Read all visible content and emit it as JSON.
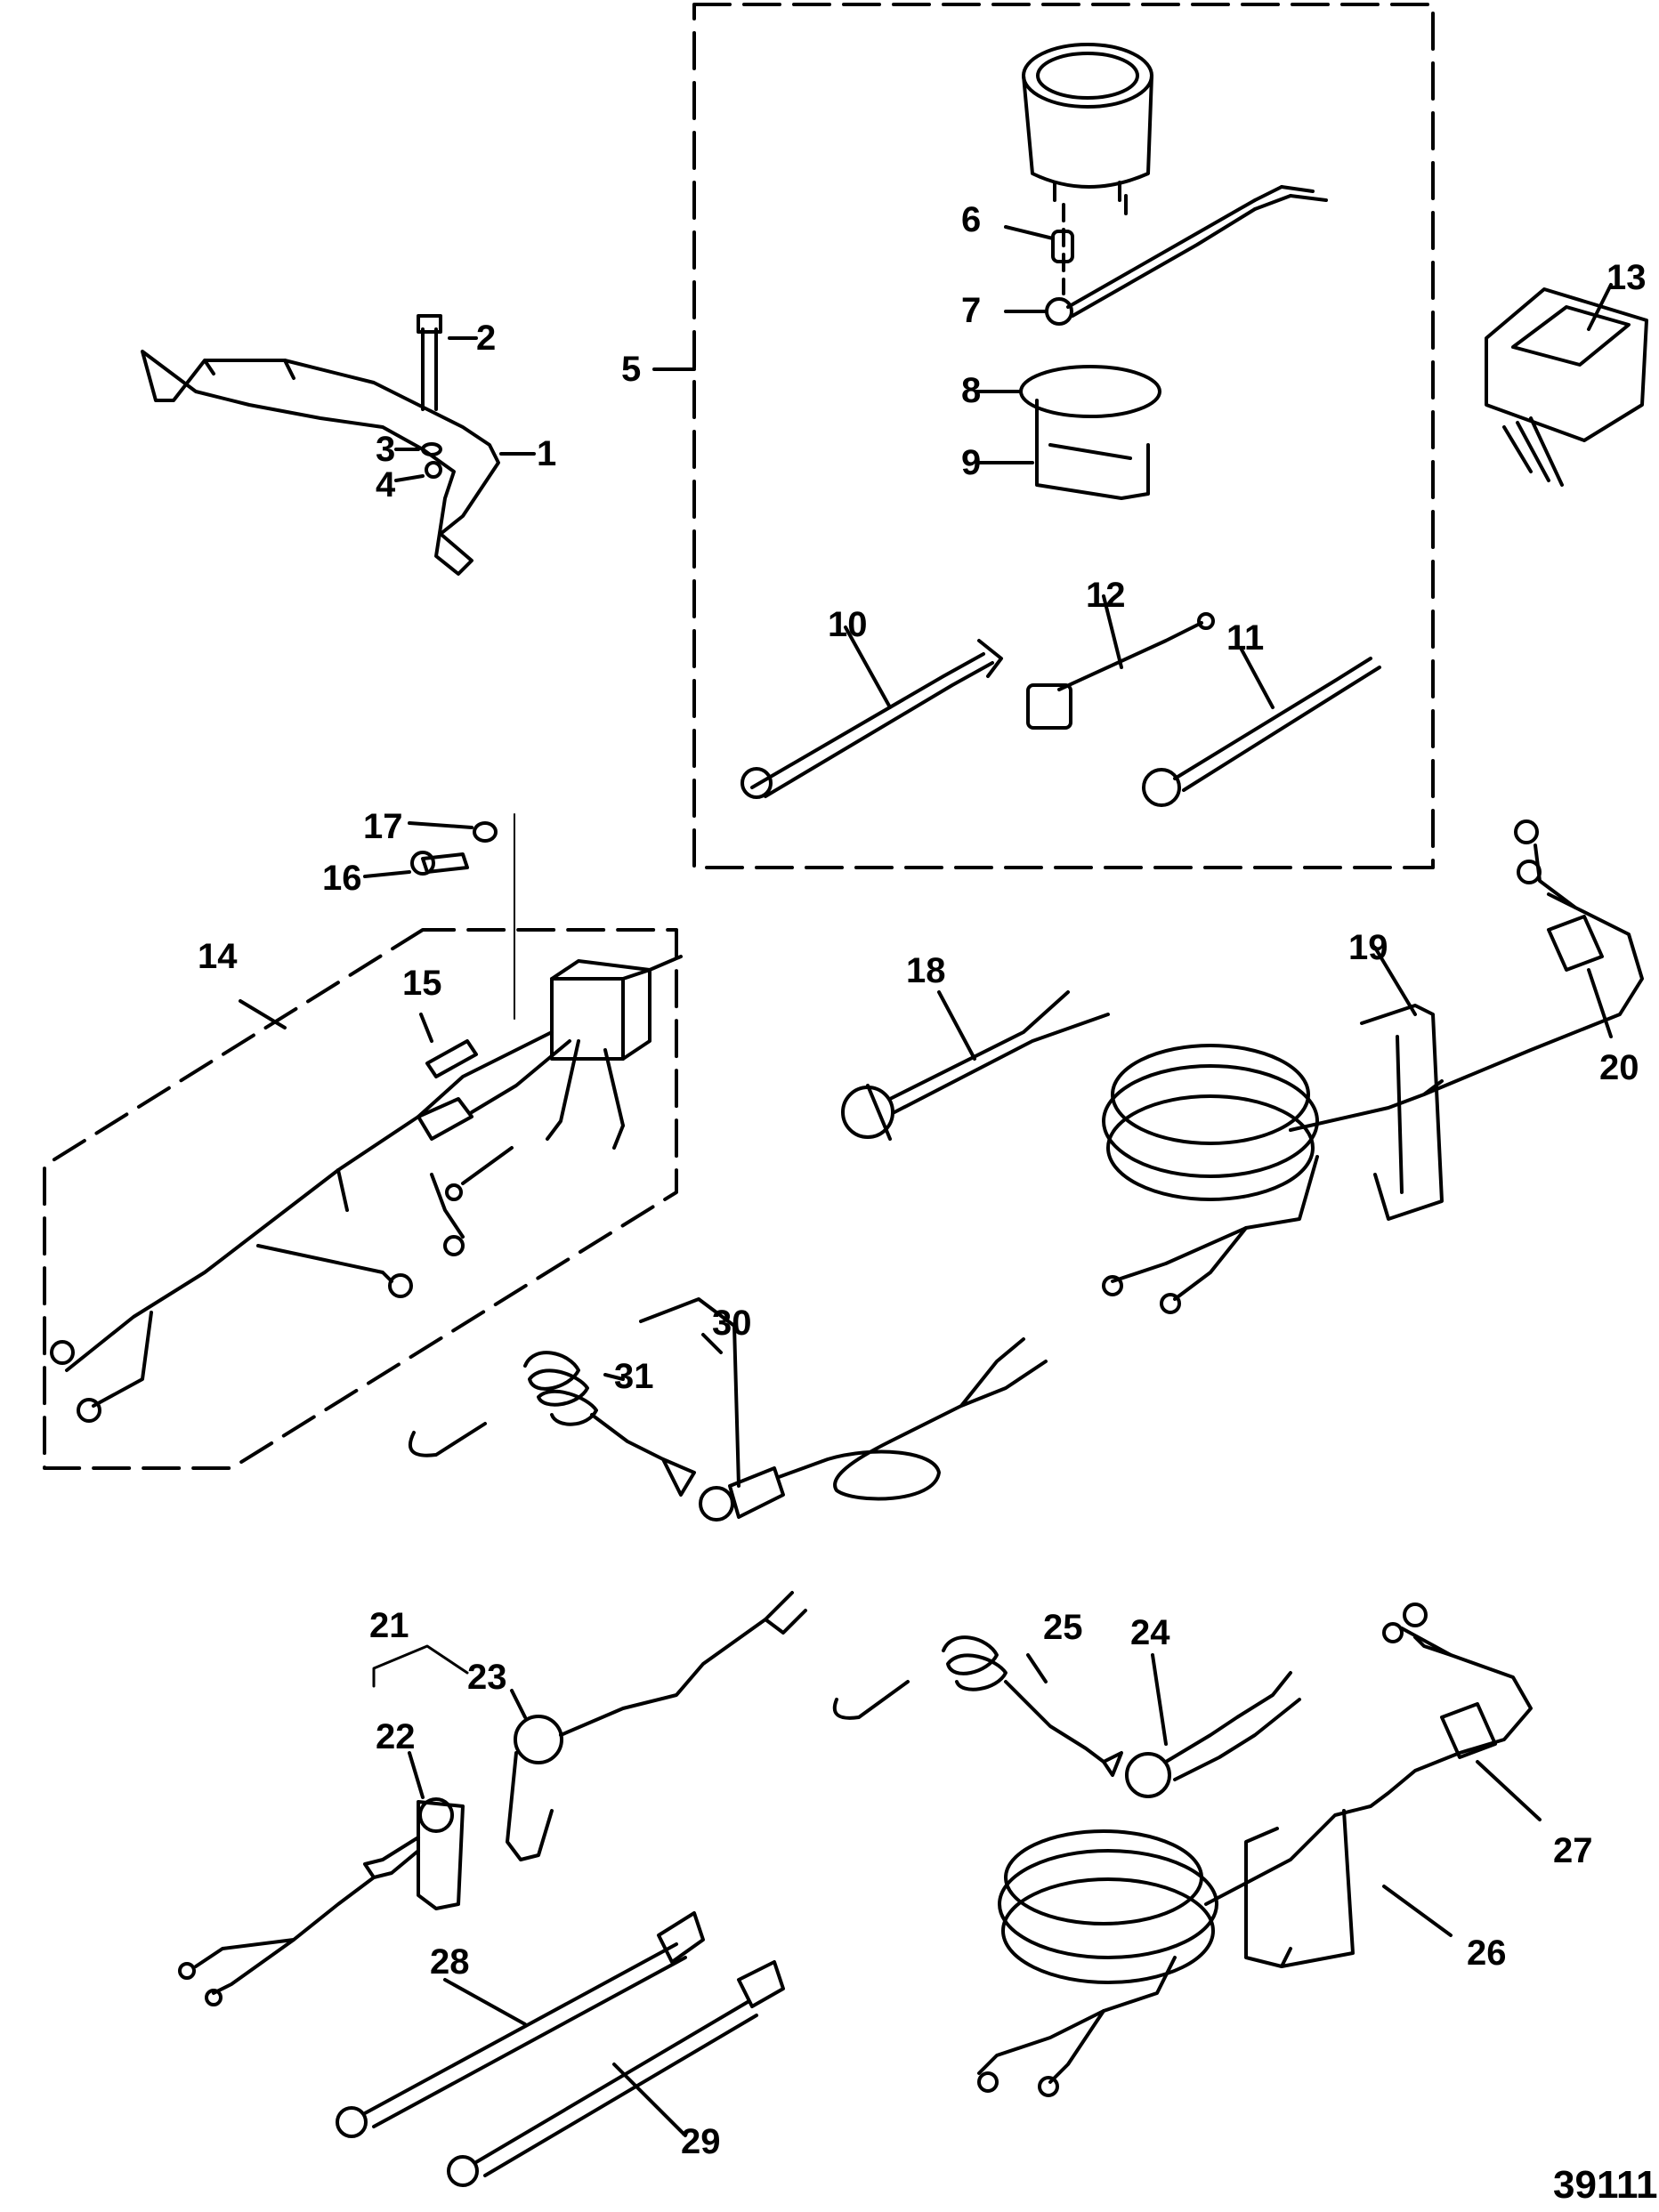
{
  "figure_number": "39111",
  "callouts": {
    "c1": "1",
    "c2": "2",
    "c3": "3",
    "c4": "4",
    "c5": "5",
    "c6": "6",
    "c7": "7",
    "c8": "8",
    "c9": "9",
    "c10": "10",
    "c11": "11",
    "c12": "12",
    "c13": "13",
    "c14": "14",
    "c15": "15",
    "c16": "16",
    "c17": "17",
    "c18": "18",
    "c19": "19",
    "c20": "20",
    "c21": "21",
    "c22": "22",
    "c23": "23",
    "c24": "24",
    "c25": "25",
    "c26": "26",
    "c27": "27",
    "c28": "28",
    "c29": "29",
    "c30": "30",
    "c31": "31"
  }
}
